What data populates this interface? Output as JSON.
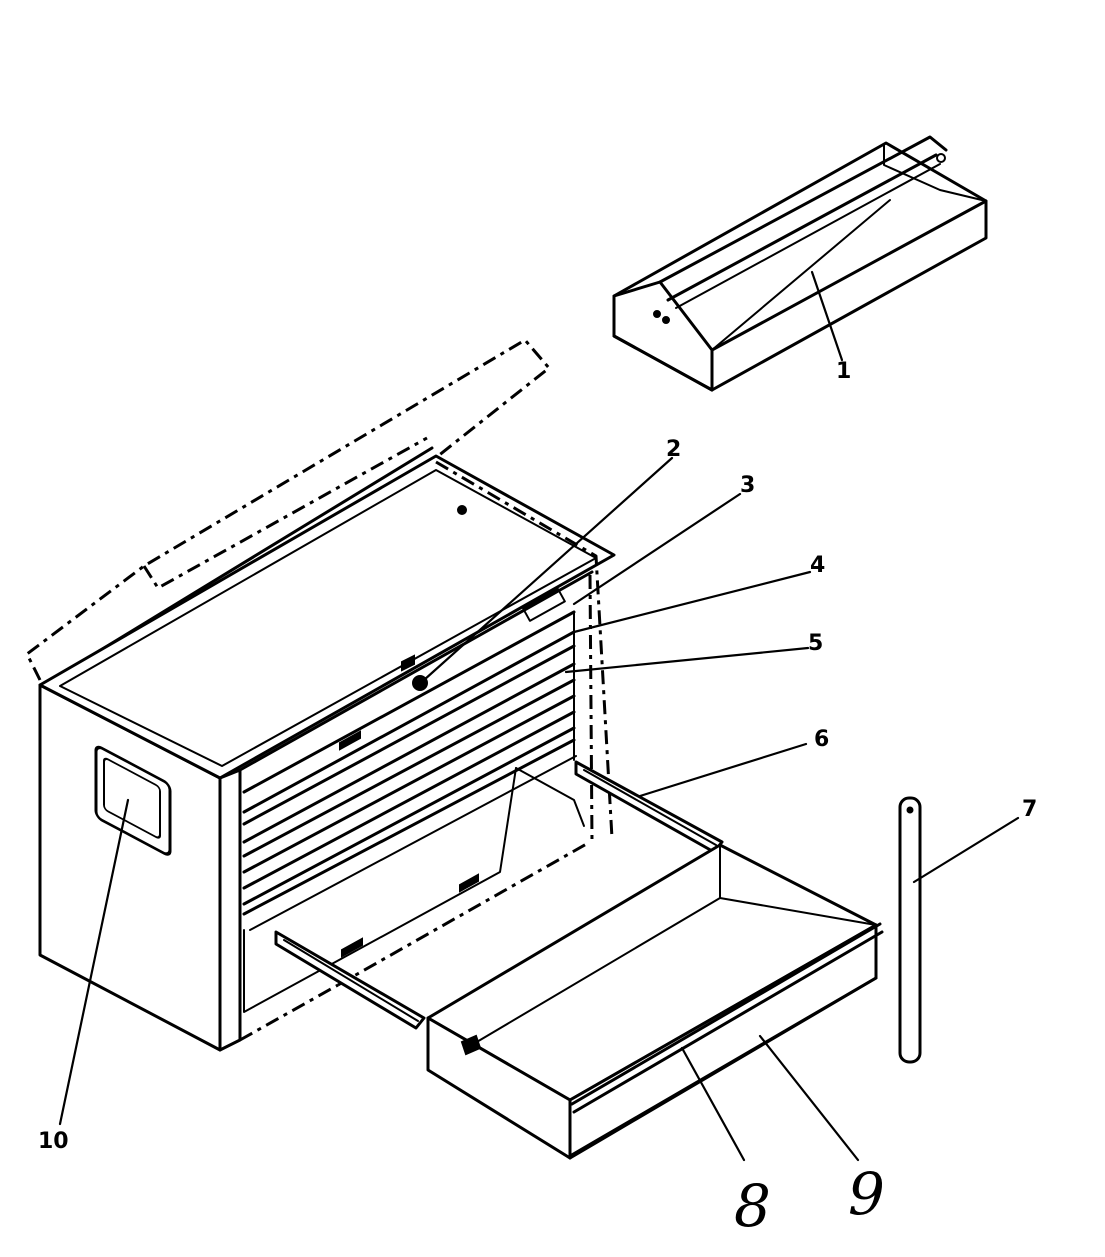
{
  "callouts": [
    {
      "id": "1",
      "label": "1"
    },
    {
      "id": "2",
      "label": "2"
    },
    {
      "id": "3",
      "label": "3"
    },
    {
      "id": "4",
      "label": "4"
    },
    {
      "id": "5",
      "label": "5"
    },
    {
      "id": "6",
      "label": "6"
    },
    {
      "id": "7",
      "label": "7"
    },
    {
      "id": "8",
      "label": "8"
    },
    {
      "id": "9",
      "label": "9"
    },
    {
      "id": "10",
      "label": "10"
    }
  ],
  "handwritten": {
    "first": "8",
    "second": "9"
  }
}
